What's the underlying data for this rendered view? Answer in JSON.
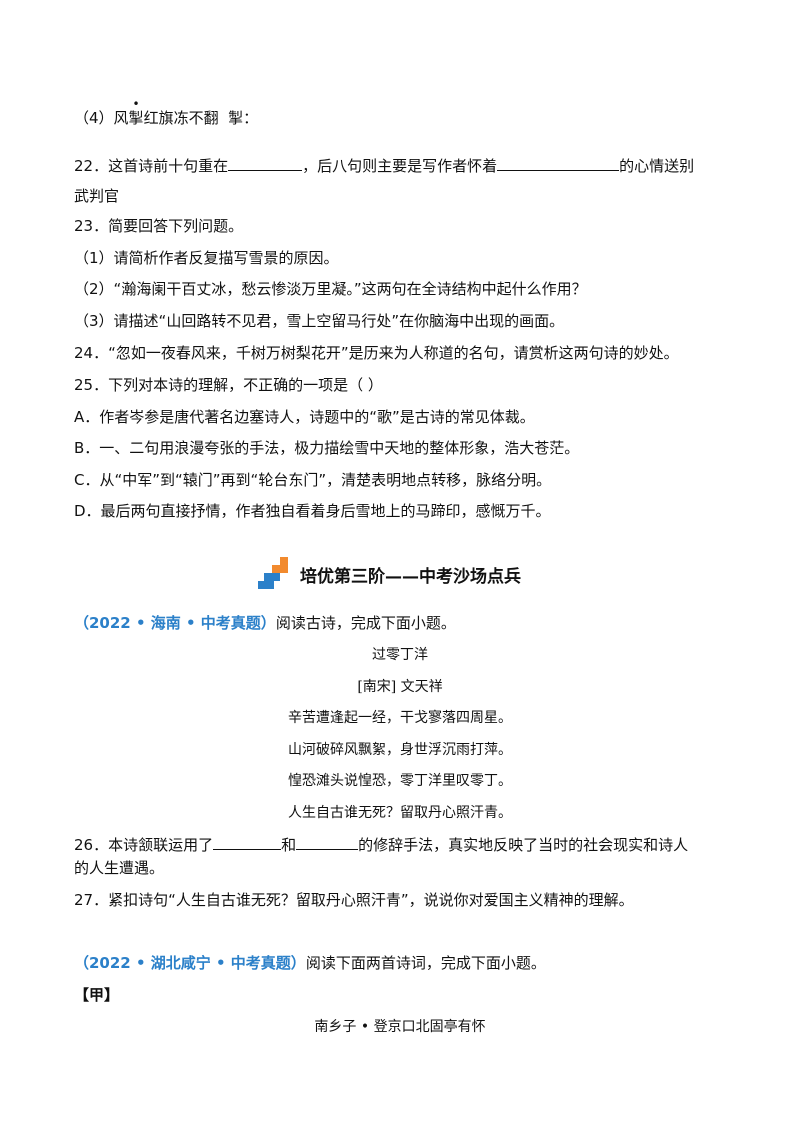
{
  "q21": {
    "item4_prefix": "（4）风",
    "item4_dotted": "掣",
    "item4_rest": "红旗冻不翻",
    "item4_suffix": "掣："
  },
  "q22": {
    "a": "22．这首诗前十句重在",
    "b": "，后八句则主要是写作者怀着",
    "c": "的心情送别",
    "d": "武判官"
  },
  "q23": {
    "head": "23．简要回答下列问题。",
    "s1": "（1）请简析作者反复描写雪景的原因。",
    "s2": "（2）“瀚海阑干百丈冰，愁云惨淡万里凝。”这两句在全诗结构中起什么作用？",
    "s3": "（3）请描述“山回路转不见君，雪上空留马行处”在你脑海中出现的画面。"
  },
  "q24": "24．“忽如一夜春风来，千树万树梨花开”是历来为人称道的名句，请赏析这两句诗的妙处。",
  "q25": {
    "head": "25．下列对本诗的理解，不正确的一项是（     ）",
    "A": "A．作者岑参是唐代著名边塞诗人，诗题中的“歌”是古诗的常见体裁。",
    "B": "B．一、二句用浪漫夸张的手法，极力描绘雪中天地的整体形象，浩大苍茫。",
    "C": "C．从“中军”到“辕门”再到“轮台东门”，清楚表明地点转移，脉络分明。",
    "D": "D．最后两句直接抒情，作者独自看着身后雪地上的马蹄印，感慨万千。"
  },
  "section": {
    "title": "培优第三阶——中考沙场点兵",
    "icon": "stairs-icon",
    "icon_colors": [
      "#f28a2e",
      "#2b80c9"
    ]
  },
  "hainan": {
    "source": "（2022 • 海南 • 中考真题）",
    "instruction": "阅读古诗，完成下面小题。",
    "poem_title": "过零丁洋",
    "author": "[南宋] 文天祥",
    "lines": [
      "辛苦遭逢起一经，干戈寥落四周星。",
      "山河破碎风飘絮，身世浮沉雨打萍。",
      "惶恐滩头说惶恐，零丁洋里叹零丁。",
      "人生自古谁无死？留取丹心照汗青。"
    ]
  },
  "q26": {
    "a": "26．本诗颔联运用了",
    "b": "和",
    "c": "的修辞手法，真实地反映了当时的社会现实和诗人",
    "d": "的人生遭遇。"
  },
  "q27": "27．紧扣诗句“人生自古谁无死？留取丹心照汗青”，说说你对爱国主义精神的理解。",
  "xianning": {
    "source": "（2022 • 湖北咸宁 • 中考真题）",
    "instruction": "阅读下面两首诗词，完成下面小题。",
    "label": "【甲】",
    "poem_title": "南乡子 • 登京口北固亭有怀"
  }
}
